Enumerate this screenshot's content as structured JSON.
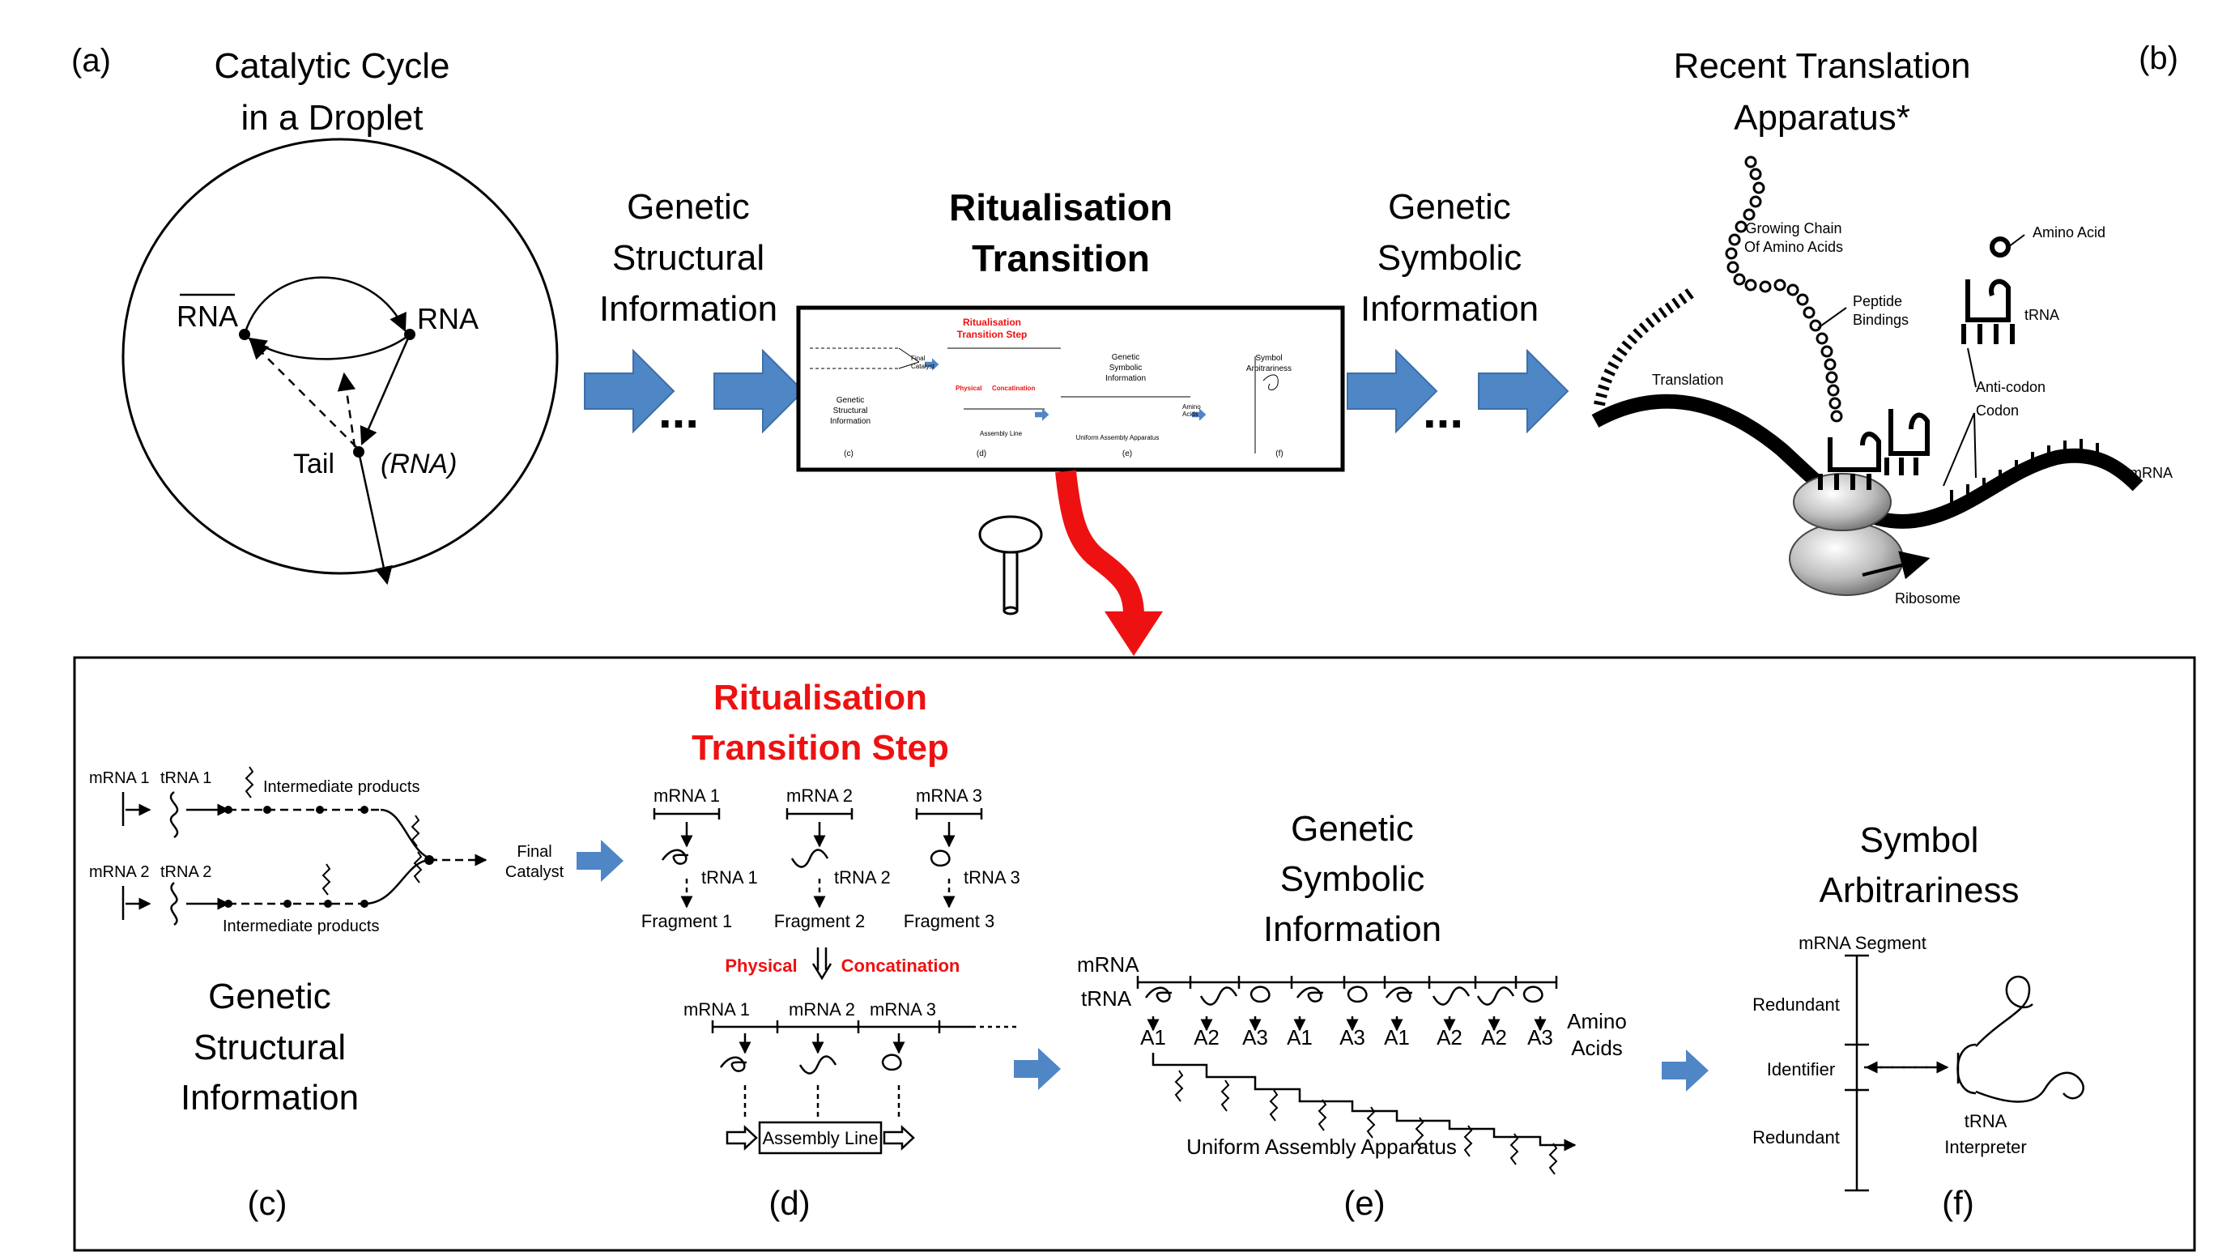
{
  "panel_a": {
    "letter": "(a)",
    "title": [
      "Catalytic Cycle",
      "in a Droplet"
    ],
    "rna_bar": "RNA",
    "rna": "RNA",
    "tail": "Tail",
    "rna_paren": "(RNA)"
  },
  "panel_b": {
    "letter": "(b)",
    "title": [
      "Recent Translation",
      "Apparatus*"
    ],
    "growing_chain": [
      "Growing Chain",
      "Of Amino Acids"
    ],
    "peptide": [
      "Peptide",
      "Bindings"
    ],
    "amino_acid": "Amino Acid",
    "trna": "tRNA",
    "anti_codon": "Anti-codon",
    "codon": "Codon",
    "translation": "Translation",
    "mrna": "mRNA",
    "ribosome": "Ribosome"
  },
  "top_flow": {
    "genetic_structural": [
      "Genetic",
      "Structural",
      "Information"
    ],
    "ritualisation": [
      "Ritualisation",
      "Transition"
    ],
    "genetic_symbolic": [
      "Genetic",
      "Symbolic",
      "Information"
    ],
    "ellipsis": "..."
  },
  "thumbnail": {
    "title": [
      "Ritualisation",
      "Transition Step"
    ],
    "gsi": [
      "Genetic",
      "Structural",
      "Information"
    ],
    "gsym": [
      "Genetic",
      "Symbolic",
      "Information"
    ],
    "sa": [
      "Symbol",
      "Arbitrariness"
    ],
    "final": [
      "Final",
      "Catalyst"
    ],
    "physical": "Physical",
    "concat": "Concatination",
    "assembly": "Assembly Line",
    "uniform": "Uniform Assembly Apparatus",
    "amino": [
      "Amino",
      "Acids"
    ],
    "letters": [
      "(c)",
      "(d)",
      "(e)",
      "(f)"
    ]
  },
  "panel_c": {
    "letter": "(c)",
    "mrna1": "mRNA 1",
    "trna1": "tRNA 1",
    "mrna2": "mRNA 2",
    "trna2": "tRNA 2",
    "intermediate": "Intermediate products",
    "final": [
      "Final",
      "Catalyst"
    ],
    "label": [
      "Genetic",
      "Structural",
      "Information"
    ]
  },
  "panel_d": {
    "letter": "(d)",
    "title": [
      "Ritualisation",
      "Transition Step"
    ],
    "mrna": [
      "mRNA 1",
      "mRNA 2",
      "mRNA 3"
    ],
    "trna": [
      "tRNA 1",
      "tRNA 2",
      "tRNA 3"
    ],
    "fragments": [
      "Fragment 1",
      "Fragment 2",
      "Fragment 3"
    ],
    "physical": "Physical",
    "concat": "Concatination",
    "assembly": "Assembly Line"
  },
  "panel_e": {
    "letter": "(e)",
    "title": [
      "Genetic",
      "Symbolic",
      "Information"
    ],
    "mrna": "mRNA",
    "trna": "tRNA",
    "aminos": [
      "A1",
      "A2",
      "A3",
      "A1",
      "A3",
      "A1",
      "A2",
      "A2",
      "A3"
    ],
    "amino_label": [
      "Amino",
      "Acids"
    ],
    "uniform": "Uniform Assembly Apparatus"
  },
  "panel_f": {
    "letter": "(f)",
    "title": [
      "Symbol",
      "Arbitrariness"
    ],
    "segment": "mRNA Segment",
    "redundant": "Redundant",
    "identifier": "Identifier",
    "interpreter": [
      "tRNA",
      "Interpreter"
    ]
  },
  "colors": {
    "arrow_blue": "#4f86c6",
    "accent_red": "#ee1111",
    "black": "#000000"
  },
  "icons": [
    "magnifier-icon",
    "block-arrow-icon",
    "curved-red-arrow-icon"
  ]
}
